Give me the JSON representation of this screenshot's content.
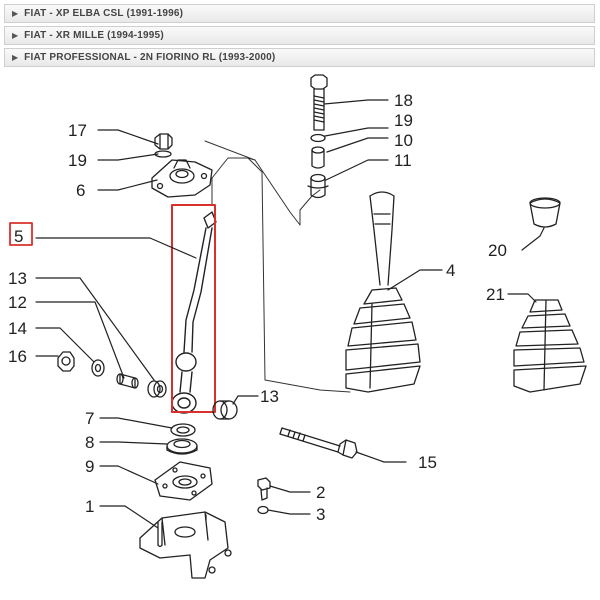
{
  "accordion": [
    {
      "label": "FIAT - XP ELBA CSL (1991-1996)"
    },
    {
      "label": "FIAT - XR MILLE (1994-1995)"
    },
    {
      "label": "FIAT PROFESSIONAL - 2N FIORINO RL (1993-2000)"
    }
  ],
  "diagram": {
    "labels": {
      "p1": "1",
      "p2": "2",
      "p3": "3",
      "p4": "4",
      "p5": "5",
      "p6": "6",
      "p7": "7",
      "p8": "8",
      "p9": "9",
      "p10": "10",
      "p11": "11",
      "p12": "12",
      "p13a": "13",
      "p13b": "13",
      "p14": "14",
      "p15": "15",
      "p16": "16",
      "p17": "17",
      "p18": "18",
      "p19a": "19",
      "p19b": "19",
      "p20": "20",
      "p21": "21"
    },
    "highlight_color": "#d9302c"
  }
}
